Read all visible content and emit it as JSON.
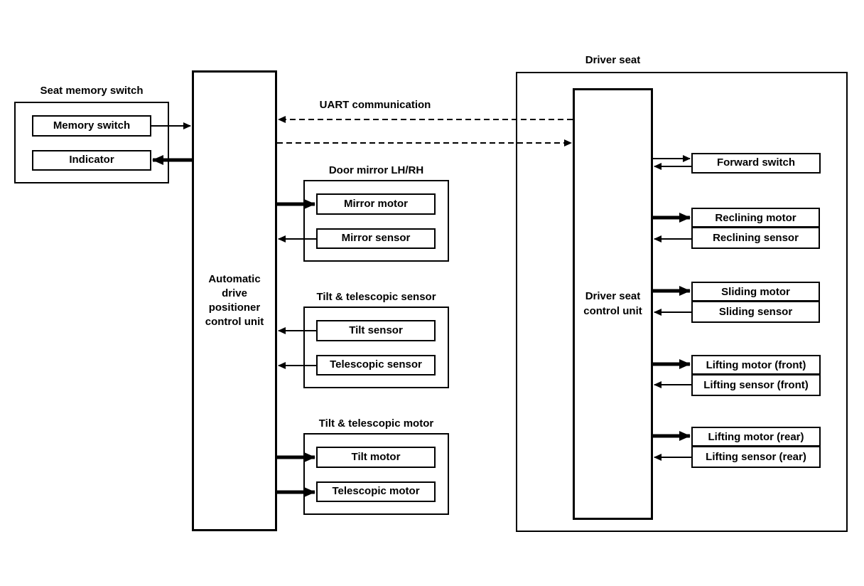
{
  "colors": {
    "line": "#000000",
    "background": "#ffffff"
  },
  "seat_memory_switch": {
    "title": "Seat memory switch",
    "memory_switch": "Memory switch",
    "indicator": "Indicator"
  },
  "adp_control_unit": "Automatic drive positioner control unit",
  "uart_label": "UART communication",
  "door_mirror": {
    "title": "Door mirror LH/RH",
    "motor": "Mirror motor",
    "sensor": "Mirror sensor"
  },
  "tilt_telescopic_sensor": {
    "title": "Tilt & telescopic sensor",
    "tilt": "Tilt sensor",
    "telescopic": "Telescopic sensor"
  },
  "tilt_telescopic_motor": {
    "title": "Tilt & telescopic motor",
    "tilt": "Tilt motor",
    "telescopic": "Telescopic motor"
  },
  "driver_seat": {
    "title": "Driver seat",
    "control_unit": "Driver seat control unit",
    "forward_switch": "Forward switch",
    "pairs": [
      {
        "motor": "Reclining motor",
        "sensor": "Reclining sensor"
      },
      {
        "motor": "Sliding motor",
        "sensor": "Sliding sensor"
      },
      {
        "motor": "Lifting motor (front)",
        "sensor": "Lifting sensor (front)"
      },
      {
        "motor": "Lifting motor (rear)",
        "sensor": "Lifting sensor (rear)"
      }
    ]
  }
}
